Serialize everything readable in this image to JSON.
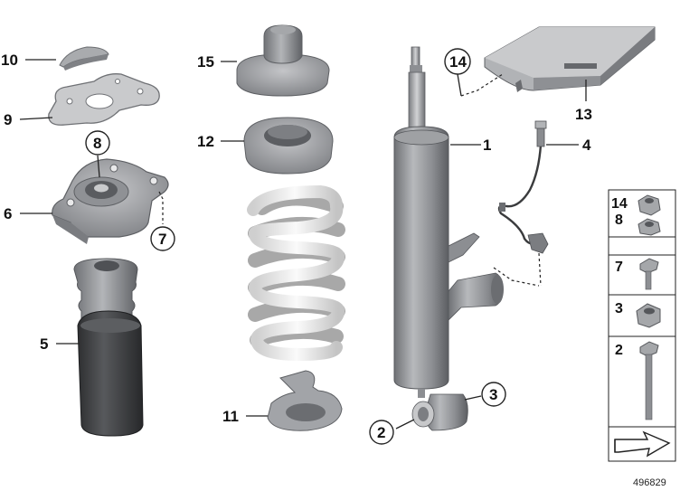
{
  "callouts": {
    "c1": "1",
    "c2": "2",
    "c3": "3",
    "c4": "4",
    "c5": "5",
    "c6": "6",
    "c7": "7",
    "c8": "8",
    "c9": "9",
    "c10": "10",
    "c11": "11",
    "c12": "12",
    "c13": "13",
    "c14": "14",
    "c15": "15"
  },
  "side_panel": {
    "rows": [
      "14",
      "8",
      "7",
      "3",
      "2"
    ]
  },
  "diagram_ref": "496829",
  "colors": {
    "part_gray": "#9a9ca0",
    "spring_white": "#ececec",
    "boot_dark": "#3a3b3d",
    "line": "#222222"
  }
}
